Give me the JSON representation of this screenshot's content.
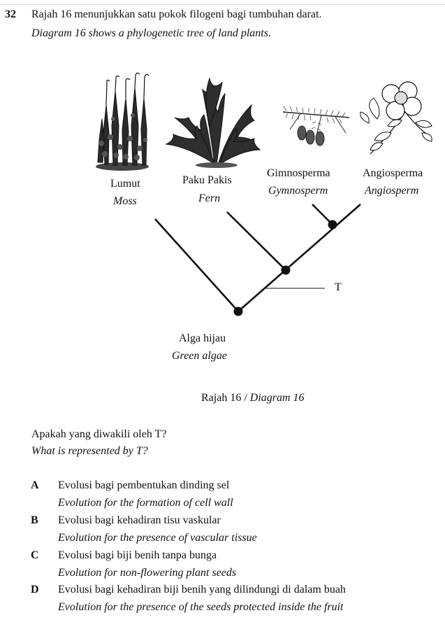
{
  "question": {
    "number": "32",
    "stem_ms": "Rajah 16 menunjukkan satu pokok filogeni bagi tumbuhan darat.",
    "stem_en": "Diagram 16 shows a phylogenetic tree of land plants."
  },
  "diagram": {
    "groups": [
      {
        "ms": "Lumut",
        "en": "Moss",
        "icon": "moss-illustration"
      },
      {
        "ms": "Paku Pakis",
        "en": "Fern",
        "icon": "fern-illustration"
      },
      {
        "ms": "Gimnosperma",
        "en": "Gymnosperm",
        "icon": "conifer-illustration"
      },
      {
        "ms": "Angiosperma",
        "en": "Angiosperm",
        "icon": "flower-illustration"
      }
    ],
    "root": {
      "ms": "Alga hijau",
      "en": "Green algae"
    },
    "marker": "T",
    "caption_ms": "Rajah 16 / ",
    "caption_en": "Diagram 16"
  },
  "prompt": {
    "ms": "Apakah yang diwakili oleh T?",
    "en": "What is represented by T?"
  },
  "options": [
    {
      "letter": "A",
      "ms": "Evolusi bagi pembentukan dinding sel",
      "en": "Evolution for the formation of cell wall"
    },
    {
      "letter": "B",
      "ms": "Evolusi bagi kehadiran tisu vaskular",
      "en": "Evolution for the presence of vascular tissue"
    },
    {
      "letter": "C",
      "ms": "Evolusi bagi biji benih tanpa bunga",
      "en": "Evolution for non-flowering plant seeds"
    },
    {
      "letter": "D",
      "ms": "Evolusi bagi kehadiran biji benih yang dilindungi di dalam buah",
      "en": "Evolution for the presence of the seeds protected inside the fruit"
    }
  ]
}
